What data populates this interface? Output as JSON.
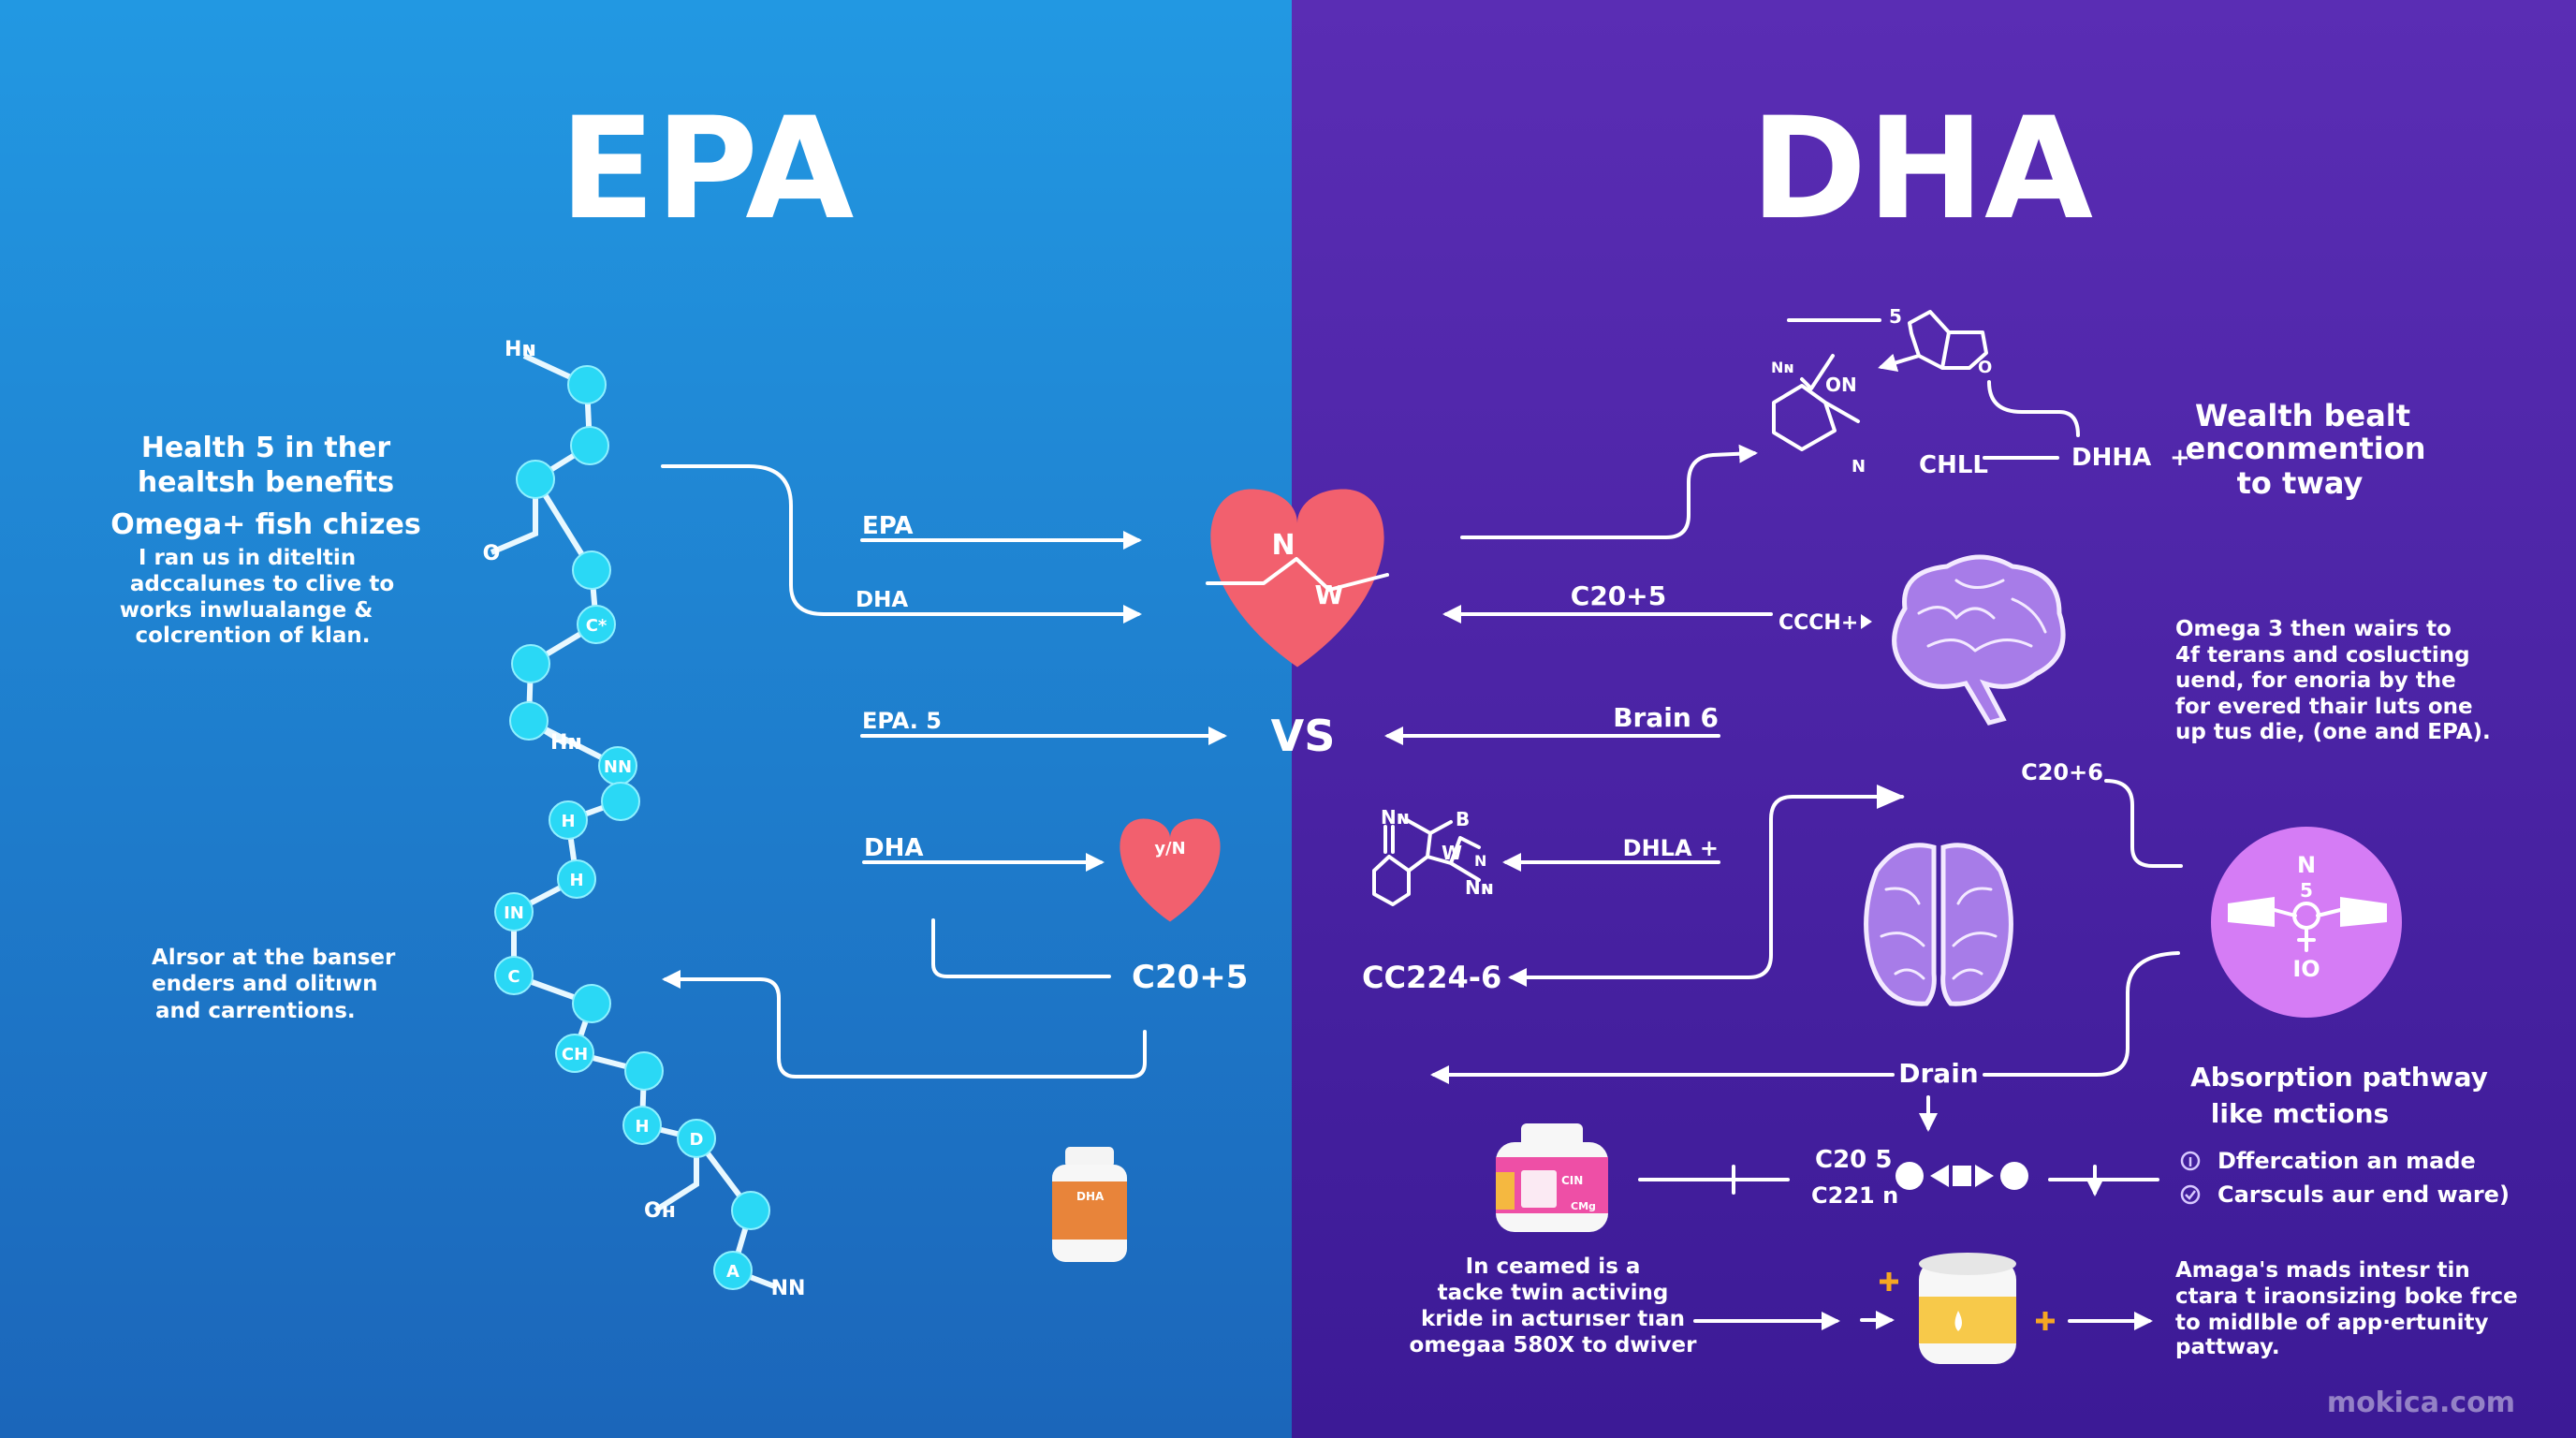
{
  "titles": {
    "left": "EPA",
    "right": "DHA",
    "vs": "VS"
  },
  "colors": {
    "left_bg_top": "#2298e2",
    "left_bg_bottom": "#1b66ba",
    "right_bg_top": "#5a2db4",
    "right_bg_bottom": "#3c1a96",
    "atom": "#2ad8f5",
    "heart": "#f2606e",
    "brain": "#a77ce8",
    "receptor": "#d57cf5",
    "accent_plus": "#f5a623"
  },
  "left_panel": {
    "heading": [
      "Health 5 in ther",
      "healtsh benefits",
      "Omega+ fish chizes"
    ],
    "body": [
      "I ran us in diteltin",
      "adccalunes to clive to",
      "works inwlualange &",
      "colcrention of klan."
    ],
    "footer": [
      "Alrsor at the banser",
      "enders and olitıwn",
      "and carrentions."
    ]
  },
  "epa_molecule": {
    "node_labels": [
      "",
      "",
      "",
      "",
      "C*",
      "",
      "",
      "NN",
      "",
      "H",
      "H",
      "IN",
      "C",
      "",
      "CH",
      "",
      "H",
      "D",
      "",
      "A"
    ],
    "free_labels": [
      "Hɴ",
      "O",
      "Hɴ",
      "Oн",
      "NN"
    ]
  },
  "flow_left": {
    "epa": "EPA",
    "dha": "DHA",
    "epa5": "EPA. 5",
    "dha2": "DHA",
    "c20": "C20+5",
    "heart_big_labels": [
      "N",
      "W"
    ],
    "heart_small_label": "y/N",
    "bottle_label": "DHA"
  },
  "flow_right": {
    "top_struct_labels": [
      "5",
      "Nɴ",
      "ON",
      "N",
      "O"
    ],
    "chll": "CHLL",
    "dhha": "DHHA",
    "plus": "+",
    "c20_5": "C20+5",
    "ccch": "CCCH+",
    "brain6": "Brain 6",
    "c20_6": "C20+6",
    "dhla": "DHLA +",
    "cc224": "CC224-6",
    "drain": "Drain",
    "c20s": "C20 5",
    "c221": "C221 n",
    "dha_struct_labels": [
      "Nɴ",
      "B",
      "W",
      "N",
      "Nɴ"
    ],
    "receptor_labels": [
      "N",
      "5",
      "IO"
    ],
    "bottle_labels": [
      "CIN",
      "CMg"
    ]
  },
  "right_panel": {
    "heading": [
      "Wealth bealt",
      "enconmention",
      "to tway"
    ],
    "body": [
      "Omega 3 then wairs to",
      "4f terans and coslucting",
      "uend, for enoria by the",
      "for evered thair luts one",
      "up tus die, (one and EPA)."
    ],
    "absorption_title": [
      "Absorption pathway",
      "like mctions"
    ],
    "absorption_items": [
      {
        "icon": "info-circle-icon",
        "label": "Dffercation an made"
      },
      {
        "icon": "check-circle-icon",
        "label": "Carsculs aur end ware)"
      }
    ],
    "bottle_caption": [
      "In ceamed is a",
      "tacke twin activing",
      "kride in acturıser tıan",
      "omegaa 580X to dwiver"
    ],
    "footer": [
      "Amaga's mads intesr tin",
      "ctara t iraonsizing boke frce",
      "to midlble of app·ertunity",
      "pattway."
    ]
  },
  "watermark": "mokica.com"
}
